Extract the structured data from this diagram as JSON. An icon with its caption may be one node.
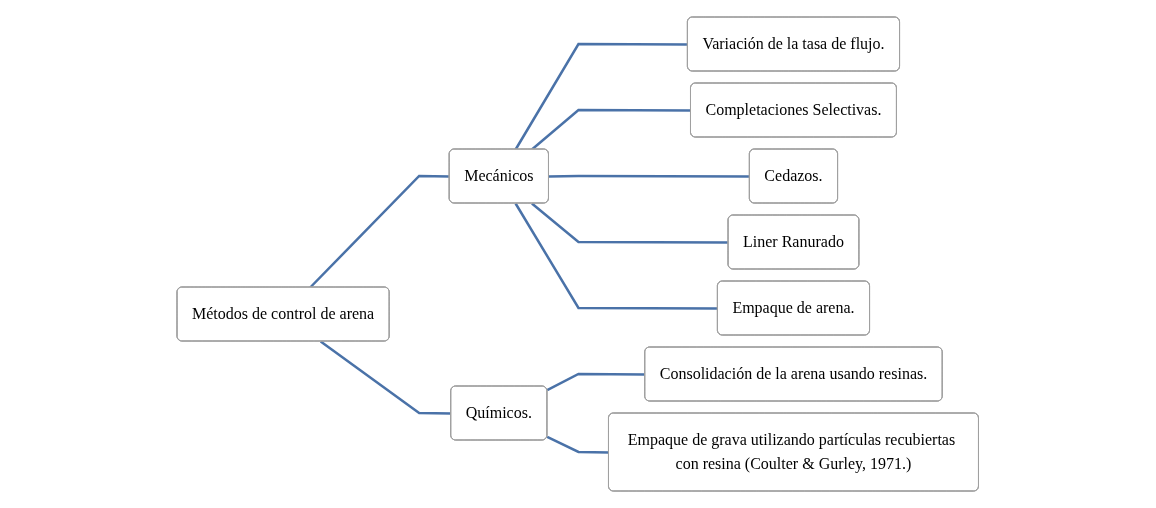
{
  "diagram": {
    "nodes": [
      {
        "text": [
          "Métodos de control de arena"
        ]
      },
      {
        "text": [
          "Mecánicos"
        ]
      },
      {
        "text": [
          "Químicos."
        ]
      },
      {
        "text": [
          "Variación de la tasa de flujo."
        ]
      },
      {
        "text": [
          "Completaciones Selectivas."
        ]
      },
      {
        "text": [
          "Cedazos."
        ]
      },
      {
        "text": [
          "Liner Ranurado"
        ]
      },
      {
        "text": [
          "Empaque de arena."
        ]
      },
      {
        "text": [
          "Consolidación de la arena usando resinas."
        ]
      },
      {
        "text": [
          "Empaque de grava utilizando partículas recubiertas con resina (Coulter & Gurley, 1971.)"
        ]
      }
    ],
    "edges": [
      {
        "from": 0,
        "to": 1,
        "arrow": "none"
      },
      {
        "from": 0,
        "to": 2,
        "arrow": "none"
      },
      {
        "from": 1,
        "to": 3,
        "arrow": "none"
      },
      {
        "from": 1,
        "to": 4,
        "arrow": "none"
      },
      {
        "from": 1,
        "to": 5,
        "arrow": "none"
      },
      {
        "from": 1,
        "to": 6,
        "arrow": "none"
      },
      {
        "from": 1,
        "to": 7,
        "arrow": "none"
      },
      {
        "from": 2,
        "to": 8,
        "arrow": "none"
      },
      {
        "from": 2,
        "to": 9,
        "arrow": "none"
      }
    ]
  }
}
